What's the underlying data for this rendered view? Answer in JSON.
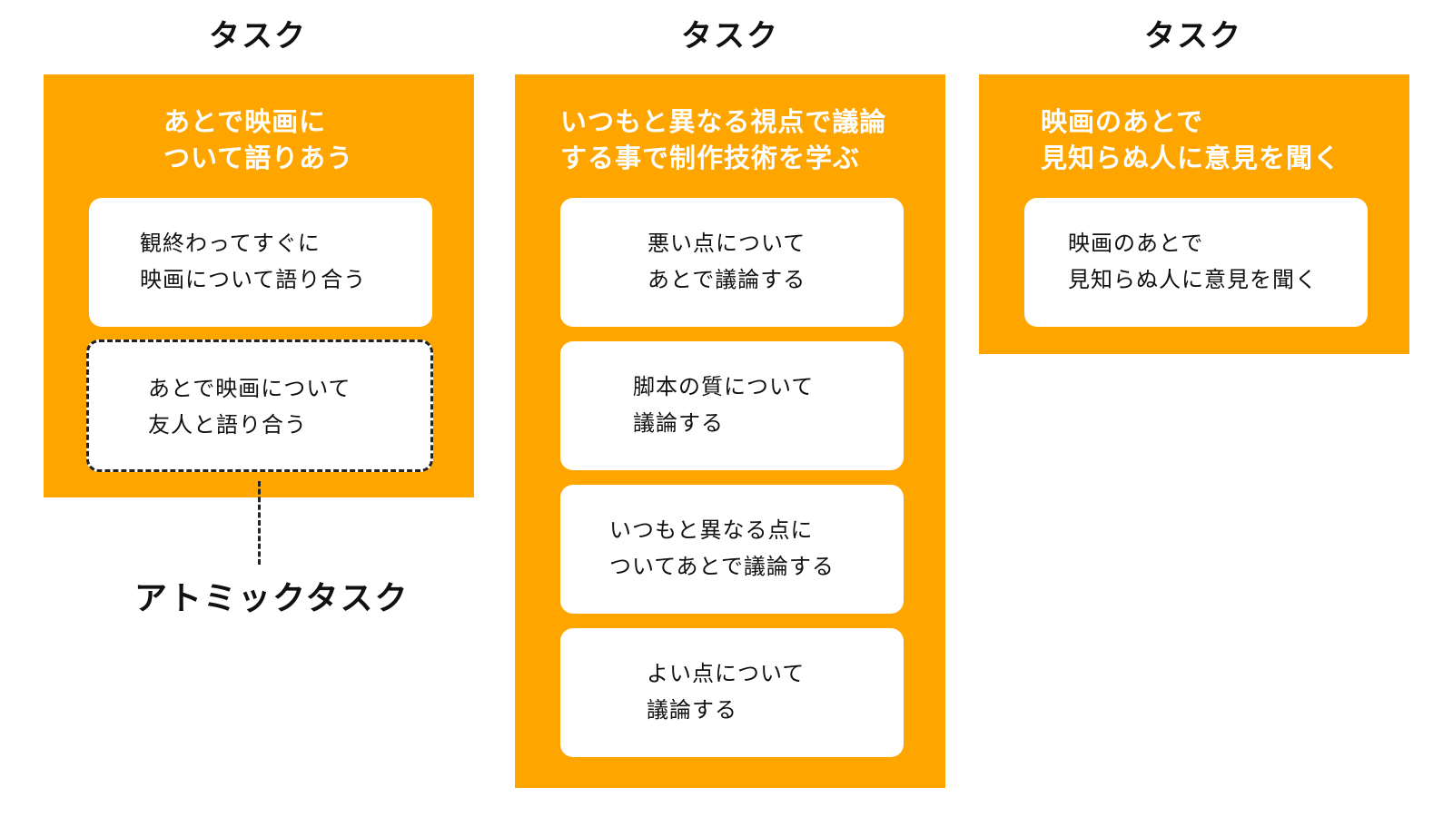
{
  "columns": [
    {
      "title": "タスク",
      "heading": [
        "あとで映画に",
        "ついて語りあう"
      ],
      "cards": [
        {
          "lines": [
            "観終わってすぐに",
            "映画について語り合う"
          ],
          "dashed": false
        },
        {
          "lines": [
            "あとで映画について",
            "友人と語り合う"
          ],
          "dashed": true
        }
      ]
    },
    {
      "title": "タスク",
      "heading": [
        "いつもと異なる視点で議論",
        "する事で制作技術を学ぶ"
      ],
      "cards": [
        {
          "lines": [
            "悪い点について",
            "あとで議論する"
          ],
          "dashed": false
        },
        {
          "lines": [
            "脚本の質について",
            "議論する"
          ],
          "dashed": false
        },
        {
          "lines": [
            "いつもと異なる点に",
            "ついてあとで議論する"
          ],
          "dashed": false
        },
        {
          "lines": [
            "よい点について",
            "議論する"
          ],
          "dashed": false
        }
      ]
    },
    {
      "title": "タスク",
      "heading": [
        "映画のあとで",
        "見知らぬ人に意見を聞く"
      ],
      "cards": [
        {
          "lines": [
            "映画のあとで",
            "見知らぬ人に意見を聞く"
          ],
          "dashed": false
        }
      ]
    }
  ],
  "annotation": {
    "label": "アトミックタスク"
  },
  "colors": {
    "panel": "#FFA500",
    "card": "#FFFFFF",
    "text": "#111111",
    "heading_text": "#FFFFFF"
  }
}
